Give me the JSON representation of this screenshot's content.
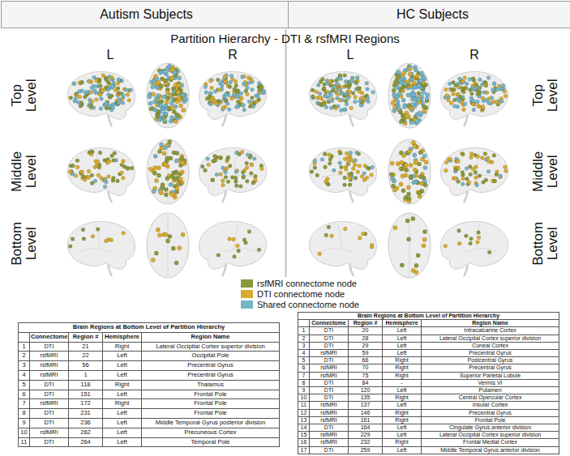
{
  "diagram": {
    "title": "Partition Hierarchy - DTI & rsfMRI Regions",
    "nodes": [
      {
        "text": [
          "Autism Subjects"
        ]
      },
      {
        "text": [
          "HC Subjects"
        ]
      }
    ],
    "labels": [
      "L",
      "R",
      "L",
      "R",
      "Top Level",
      "Middle Level",
      "Bottom Level",
      "Top Level",
      "Middle Level",
      "Bottom Level",
      "Brain Regions at Bottom Level of Partition Hierarchy",
      "Connectome",
      "Region #",
      "Hemisphere",
      "Region Name",
      "1",
      "DTI",
      "21",
      "Right",
      "Lateral Occipital Cortex superior division",
      "2",
      "rsfMRI",
      "22",
      "Left",
      "Occipital Pole",
      "3",
      "rsfMRI",
      "56",
      "Left",
      "Precentral Gyrus",
      "4",
      "rsfMRI",
      "1",
      "Left",
      "Precentral Gyrus",
      "5",
      "DTI",
      "118",
      "Right",
      "Thalamus",
      "6",
      "DTI",
      "151",
      "Left",
      "Frontal Pole",
      "7",
      "rsfMRI",
      "172",
      "Right",
      "Frontal Pole",
      "8",
      "DTI",
      "231",
      "Left",
      "Frontal Pole",
      "9",
      "DTI",
      "236",
      "Left",
      "Middle Temporal Gyrus posterior division",
      "10",
      "rsfMRI",
      "262",
      "Left",
      "Precuneous Cortex",
      "11",
      "DTI",
      "264",
      "Left",
      "Temporal Pole",
      "Brain Regions at Bottom Level of Partition Hierarchy",
      "Connectome",
      "Region #",
      "Hemisphere",
      "Region Name",
      "1",
      "DTI",
      "20",
      "Left",
      "Intracalcarine Cortex",
      "2",
      "DTI",
      "28",
      "Left",
      "Lateral Occipital Cortex superior division",
      "3",
      "DTI",
      "29",
      "Left",
      "Cuneal Cortex",
      "4",
      "rsfMRI",
      "59",
      "Left",
      "Precentral Gyrus",
      "5",
      "DTI",
      "66",
      "Right",
      "Postcentral Gyrus",
      "6",
      "rsfMRI",
      "70",
      "Right",
      "Precentral Gyrus",
      "7",
      "rsfMRI",
      "75",
      "Right",
      "Superior Parietal Lobule",
      "8",
      "DTI",
      "84",
      "-",
      "Vermis VI",
      "9",
      "DTI",
      "120",
      "Left",
      "Putamen",
      "10",
      "DTI",
      "135",
      "Right",
      "Central Opercular Cortex",
      "11",
      "rsfMRI",
      "137",
      "Left",
      "Insular Cortex",
      "12",
      "rsfMRI",
      "146",
      "Right",
      "Precentral Gyrus",
      "13",
      "rsfMRI",
      "161",
      "Right",
      "Frontal Pole",
      "14",
      "DTI",
      "164",
      "Left",
      "Cingulate Gyrus anterior division",
      "15",
      "rsfMRI",
      "229",
      "Left",
      "Lateral Occipital Cortex superior division",
      "16",
      "rsfMRI",
      "232",
      "Right",
      "Frontal Medial Cortex",
      "17",
      "DTI",
      "259",
      "Left",
      "Middle Temporal Gyrus anterior division"
    ],
    "legend": [
      {
        "text": "rsfMRI connectome node",
        "color": "#8a9a3b"
      },
      {
        "text": "DTI connectome node",
        "color": "#d9ab2f"
      },
      {
        "text": "Shared connectome node",
        "color": "#74b5c8"
      }
    ]
  }
}
